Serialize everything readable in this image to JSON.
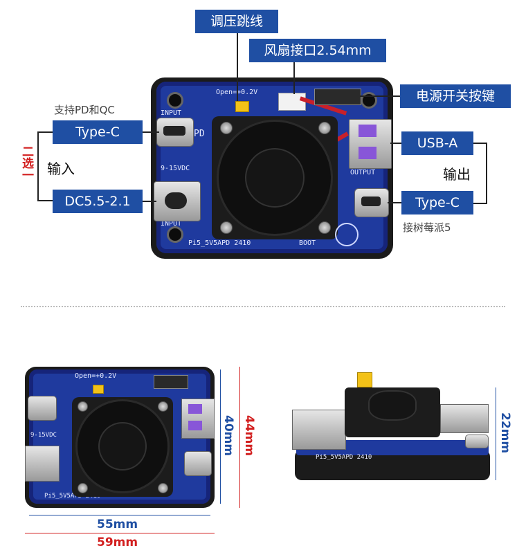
{
  "top_view": {
    "labels": {
      "jumper": "调压跳线",
      "fan_header": "风扇接口2.54mm",
      "power_switch": "电源开关按键",
      "input_typec": "Type-C",
      "input_dc": "DC5.5-2.1",
      "output_usba": "USB-A",
      "output_typec": "Type-C"
    },
    "notes": {
      "pd_qc": "支持PD和QC",
      "input": "输入",
      "choose_one": "二选一",
      "output": "输出",
      "raspberry_pi": "接树莓派5"
    },
    "silkscreen": {
      "open": "Open=+0.2V",
      "pd": "PD",
      "input_top": "INPUT",
      "voltage": "9-15VDC",
      "input_bottom": "INPUT",
      "output": "OUTPUT",
      "model": "Pi5_5V5APD 2410",
      "boot": "BOOT"
    }
  },
  "dimensions": {
    "inner_width": "55mm",
    "outer_width": "59mm",
    "inner_height": "40mm",
    "outer_height": "44mm",
    "thickness": "22mm"
  },
  "colors": {
    "label_bg": "#1f4fa3",
    "pcb": "#1f3a9e",
    "accent_red": "#d21f1f"
  }
}
